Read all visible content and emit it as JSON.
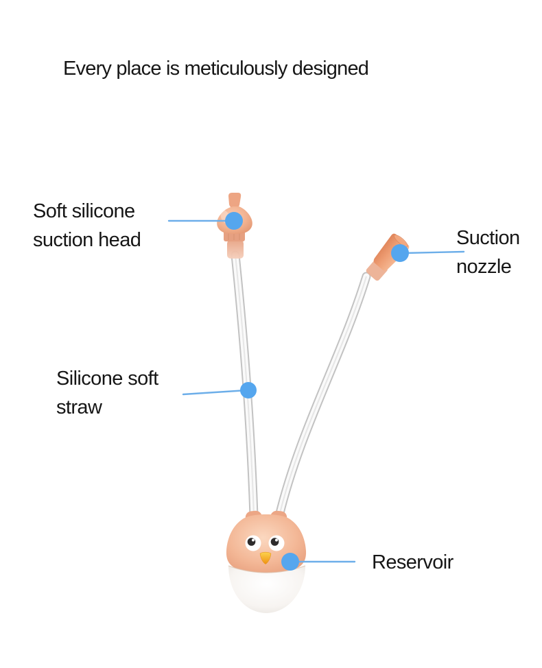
{
  "title": "Every place is meticulously designed",
  "callouts": {
    "suction_head": {
      "lines": [
        "Soft silicone",
        "suction head"
      ]
    },
    "suction_nozzle": {
      "lines": [
        "Suction",
        "nozzle"
      ]
    },
    "straw": {
      "lines": [
        "Silicone soft",
        "straw"
      ]
    },
    "reservoir": {
      "lines": [
        "Reservoir"
      ]
    }
  },
  "colors": {
    "callout_dot_blue": "#55a6ee",
    "callout_line_blue": "#6caee9",
    "text": "#161616",
    "product_peach": "#f2b394",
    "beak_orange": "#f29110",
    "tube_gray": "#c2c2c2",
    "reservoir_dome_white": "#fdfcfb",
    "background": "#ffffff"
  }
}
